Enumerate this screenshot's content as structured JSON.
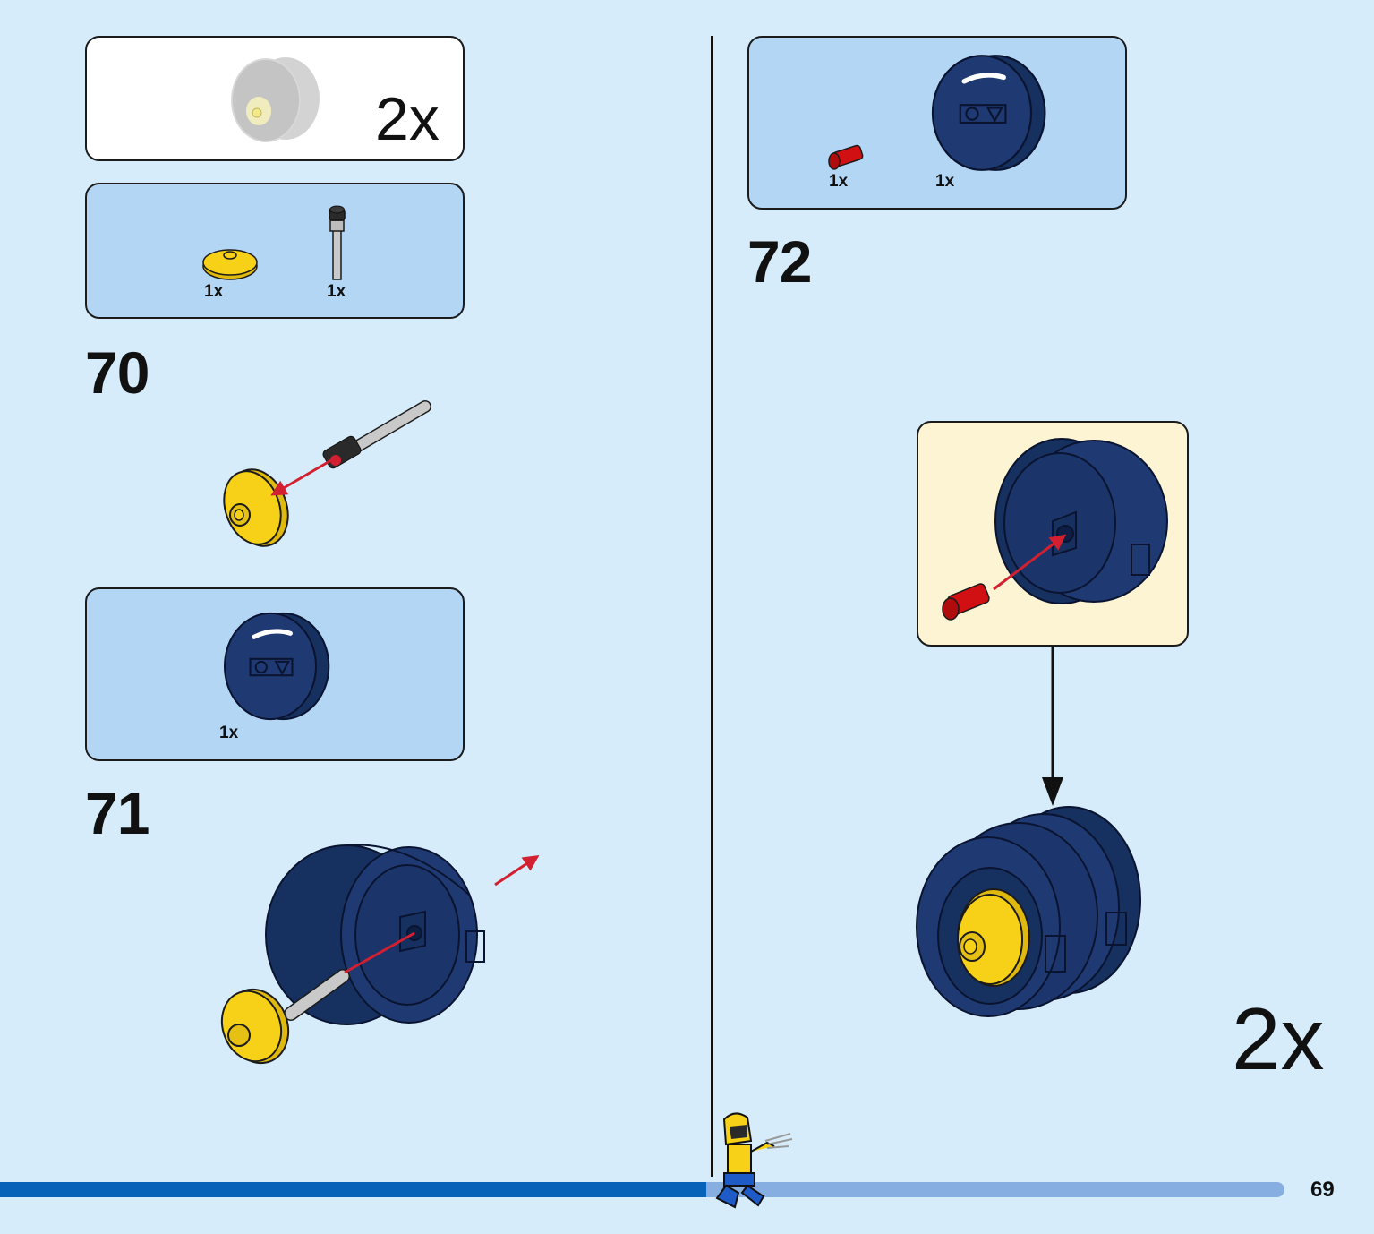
{
  "page": {
    "number": "69",
    "progress_percent": 55
  },
  "subassembly_header": {
    "multiplier": "2x"
  },
  "step70": {
    "number": "70",
    "parts": [
      {
        "qty": "1x",
        "part": "yellow-round-dish"
      },
      {
        "qty": "1x",
        "part": "gray-axle-pin"
      }
    ]
  },
  "step71": {
    "number": "71",
    "parts": [
      {
        "qty": "1x",
        "part": "dark-blue-wheel-hub"
      }
    ]
  },
  "step72": {
    "number": "72",
    "parts": [
      {
        "qty": "1x",
        "part": "red-pin"
      },
      {
        "qty": "1x",
        "part": "dark-blue-wheel-hub"
      }
    ],
    "multiplier": "2x"
  },
  "colors": {
    "background": "#d6ecfa",
    "parts_box": "#b3d6f5",
    "callout": "#fdf4d4",
    "hub": "#1f3a73",
    "dish": "#f7d117",
    "pin": "#d01012",
    "axle": "#c9c9c9",
    "arrow": "#d22030",
    "progress_fill": "#0762b8",
    "progress_track": "#86aee0"
  }
}
